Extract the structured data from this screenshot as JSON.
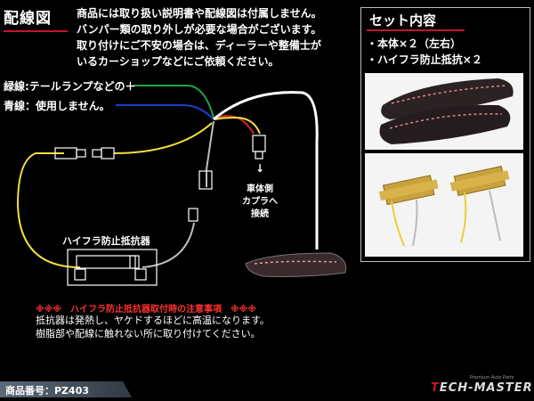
{
  "title": "配線図",
  "notes": [
    "商品には取り扱い説明書や配線図は付属しません。",
    "バンパー類の取り外しが必要な場合がございます。",
    "取り付けにご不安の場合は、ディーラーや整備士が",
    "いるカーショップなどにご依頼ください。"
  ],
  "wires": {
    "green": "緑線:テールランプなどの＋",
    "blue": "青線：使用しません。",
    "colors": {
      "green": "#1fa44a",
      "blue": "#1a3fd0",
      "yellow": "#f3df3b",
      "red": "#d2232a",
      "white": "#ffffff",
      "gray": "#bfbfbf"
    }
  },
  "car_side": {
    "arrow": "↓",
    "lines": [
      "車体側",
      "カプラへ",
      "接続"
    ]
  },
  "resistor_label": "ハイフラ防止抵抗器",
  "warning": {
    "title": "※※※　ハイフラ防止抵抗器取付時の注意事項　※※※",
    "lines": [
      "抵抗器は発熱し、ヤケドするほどに高温になります。",
      "樹脂部や配線に触れない所に取り付けてください。"
    ]
  },
  "set": {
    "title": "セット内容",
    "items": [
      "・本体×２（左右）",
      "・ハイフラ防止抵抗×２"
    ]
  },
  "part_number": "商品番号：PZ403",
  "logo": {
    "main": "ECH-MASTER",
    "t": "T",
    "sub": "Premium Auto Parts"
  },
  "accent": "#c8102e"
}
